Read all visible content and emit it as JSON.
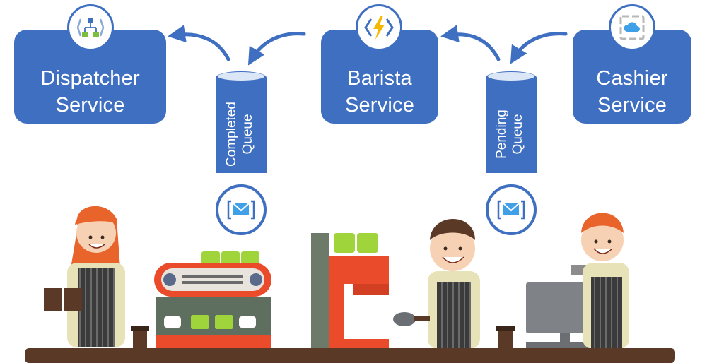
{
  "services": {
    "dispatcher": {
      "line1": "Dispatcher",
      "line2": "Service",
      "icon": "logic-app-icon"
    },
    "barista": {
      "line1": "Barista",
      "line2": "Service",
      "icon": "azure-function-icon"
    },
    "cashier": {
      "line1": "Cashier",
      "line2": "Service",
      "icon": "cloud-app-icon"
    }
  },
  "queues": {
    "completed": {
      "line1": "Completed",
      "line2": "Queue",
      "icon": "storage-queue-icon"
    },
    "pending": {
      "line1": "Pending",
      "line2": "Queue",
      "icon": "storage-queue-icon"
    }
  },
  "colors": {
    "service_blue": "#3f6fc1",
    "arrow_blue": "#3f6fc1",
    "counter_brown": "#5a3a26",
    "machine_red": "#ea4b2a",
    "cup_green": "#9fd43a"
  }
}
